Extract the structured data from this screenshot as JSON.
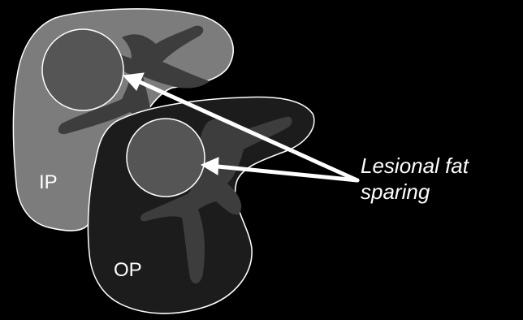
{
  "diagram": {
    "ip_label": "IP",
    "op_label": "OP",
    "annotation_line1": "Lesional fat",
    "annotation_line2": "sparing"
  },
  "colors": {
    "background": "#000000",
    "ip_liver": "#7b7b7b",
    "op_liver": "#1c1c1c",
    "vessels": "#3d3d3d",
    "lesion": "#555555",
    "outline": "#ffffff"
  }
}
